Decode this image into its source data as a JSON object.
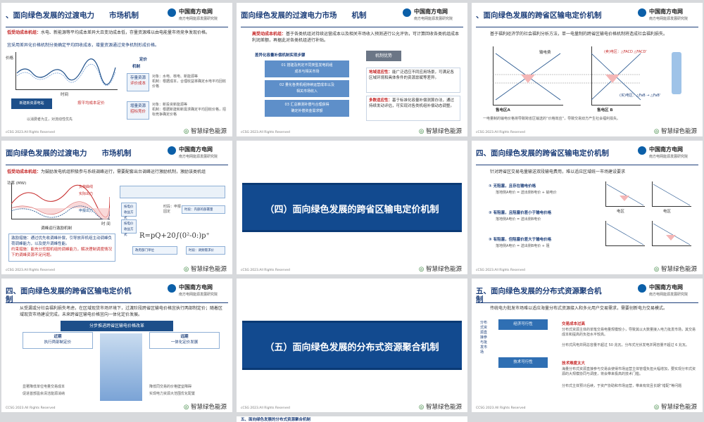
{
  "slides": [
    {
      "title": "、面向绿色发展的过渡电力　　市场机制",
      "lead_red": "低受动成本机组：",
      "lead_text": "水电、新能源等平均成本差异大且变动成本低，存量资源难以由电能量市场竞争发现价格。",
      "sub_text": "宜采用差异化价格机制分类确定平均回收成本，增量资源通过竞争机制形成价格。",
      "chart_y": "价格",
      "chart_x": "时间",
      "pricing_label": "定价",
      "mechanism_label": "机制",
      "item1_title": "存量资源",
      "item1_sub": "评价成本",
      "item1_text": "对象：水电、核电、新能源等\n机制：根据成本，合理收益率确定水电平均回收价格",
      "item2_title": "增量资源",
      "item2_sub": "招标竞价",
      "item2_text": "对象：新投资新能源等\n机制：根据新建和新需求确定平均回收价格，招标竞争确定价格",
      "bottom_left": "新建新资源电站",
      "bottom_right": "按平均成本定价",
      "bottom_caption": "以消费者为主，对流动性优先",
      "footer": "cCSG 2023.All Rights Reserved",
      "brand": "智慧绿色能源"
    },
    {
      "title": "面向绿色发展的过渡电力市场　　机制",
      "lead_red": "高受动成本机组：",
      "lead_text": "基于各类机组对持续运营成本以及相关市场收入预测进行公允评估，可计算回收各类机组成本利润差额，再据此对各类机组进行补贴。",
      "flow_title": "差异化容量补偿机制实现步骤",
      "step1": "01 搭建及判定不同类型发电机组\n成本与相关市场",
      "step2": "02 量化各类机组持续运营成本以及\n相关市场收入",
      "step3": "03 汇总推测补偿与合理获得\n确定补偿资金需求额",
      "adv_title": "机制优势",
      "adv1_title": "地域适应性：",
      "adv1_text": "能广泛适应不同应用场景，可满足各区域环境和具体条件的资源禀赋等差异。",
      "adv2_title": "多数适应性：",
      "adv2_text": "基于标准化容量补偿测算办法，通过持续发动评估，可实现对各类机组补偿动态调整。",
      "footer": "cCSG 2023.All Rights Reserved",
      "brand": "智慧绿色能源"
    },
    {
      "title": "、面向绿色发展的跨省区输电定价机制",
      "intro": "基于福利经济学的社会福利分析方法，单一电量制的跨省区输电价格机制将造成社会福利损失。",
      "label_send": "输电费",
      "label_region_a": "售电区A",
      "label_region_b": "售电区 B",
      "label_fac": "(卖)电区：△FACD △FACD'",
      "label_loss": "(买)电区：△FaB → △FaB'",
      "note": "一电量制的输电价格将导致跨省区输送的“价格效应”，导致交易双方产生社会福利损失。",
      "footer": "cCSG 2023.All Rights Reserved",
      "brand": "智慧绿色能源"
    },
    {
      "title": "面向绿色发展的过渡电力　　市场机制",
      "lead_red": "低受动成本机组：",
      "lead_text": "为鼓励发电机组积极参与系统调峰运行，需要配套出台调峰运行激励机制，激励该类机组",
      "chart_y": "功率 (MW)",
      "chart_x": "时 间",
      "chart_caption": "调峰运行激励机制",
      "legend1": "负荷曲线",
      "legend2": "实际出力",
      "legend3": "申报出力",
      "note1": "激励措施：通过优先收调峰补偿，引导放弃机组主动调峰负荷调峰能力，以及提升调峰性能。",
      "note2": "约束措施：能充分挖掘机组的调峰能力，解决理制调度情况下的调峰资源不足问题。",
      "formula": "R=pQ+20∫(0²-0:)p⁺",
      "box_a": "按电价收益方式",
      "box_b": "按电价收益方式",
      "box_c": "时段：申报\n固定",
      "box_d": "时段：内部的部署量",
      "box_e": "政府部门单位",
      "box_f": "时段：调频需求价",
      "footer": "cCSG 2023.All Rights Reserved",
      "brand": "智慧绿色能源"
    },
    {
      "banner": "（四）面向绿色发展的跨省区输电定价机制",
      "footer": "cCSG 2023.All Rights Reserved",
      "brand": "智慧绿色能源"
    },
    {
      "title": "四、面向绿色发展的跨省区输电定价机制",
      "intro": "针对跨省区交易电量输送双段输电费用，难以适应区域统一市场建设要求",
      "item1": "① 无阻塞，且存在输电价格",
      "item1_sub": "落地侧A电价 = 送出侧B电价 + 输电价",
      "item2": "② 有阻塞，且阻塞价差小于输电价格",
      "item2_sub": "落地侧A电价 = 送出侧B电价",
      "item3": "③ 有阻塞，但阻塞价差大于输电价格",
      "item3_sub": "落地侧A电价 = 送出侧B电价 + 阻",
      "region_a": "电区",
      "region_b": "电区",
      "footer": "cCSG 2023.All Rights Reserved",
      "brand": "智慧绿色能源"
    },
    {
      "title": "四、面向绿色发展的跨省区输电定价机",
      "title2": "制",
      "intro": "从受漏或分社会福利损失考虑，在区域现货市场环境下，过渡阶段跨省区输电价格宜执行两部制定价；随着区域现货市场建设完成，未来跨省区输电价格宜向一体化定价发展。",
      "roadmap": "分步推进跨省区输电价格改革",
      "near_title": "近期",
      "near_sub": "执行两部制定价",
      "far_title": "远期",
      "far_sub": "一体化定价发展",
      "near_bullets": [
        "显著降低单位电量交易成本",
        "促进首部盈余清洁能源消纳"
      ],
      "far_bullets": [
        "降低同交易的价格壁垒障碍",
        "实现电力资源大范围优化配置"
      ],
      "footer": "CCSG 2023.All Rights Reserved",
      "brand": "智慧绿色能源"
    },
    {
      "banner": "（五）面向绿色发展的分布式资源聚合机制",
      "footer": "cCSG 2023.All Rights Reserved",
      "brand": "智慧绿色能源"
    },
    {
      "title": "五、面向绿色发展的分布式资源聚合机",
      "title2": "制",
      "intro": "传统电力批发市场难以适应海量分布式资源接入和多元用户交易需求，需要创新电力交易模式。",
      "side_label": "分布式资源直接参与批发市场",
      "card1_title": "经济可行性",
      "card1_head": "交易成本过高",
      "card1_text": "分布式资源主体的单笔交易电量规模较小，导致其以大数量接入电力批发市场，其交易成本和提高的负担水平较高。",
      "card1_note": "分布式风电并网总容量不超过 50 兆瓦，分布式光伏发电并网容量不超过 6 兆瓦。",
      "card2_title": "技术可行性",
      "card2_head": "技术难度太大",
      "card2_text": "海量分布式资源直接参与交易会使得市场运营主体管理负担大幅增加，要实现分布式资源的大规模协同与调度，将会带来极高的技术门槛。",
      "card2_note": "分布式主体预计后续，于资产协助和市场运营，带来有效且长期“错配”等问题",
      "footer": "CCSG 2023.All Rights Reserved",
      "brand": "智慧绿色能源"
    }
  ],
  "logo": {
    "name": "中国南方电网",
    "sub": "南方电网能源发展研究院"
  },
  "bottom_strip": [
    "五、面向绿色发展的分布式资源聚合机制"
  ],
  "colors": {
    "navy": "#1d3f7a",
    "banner": "#124a8f",
    "red": "#c62828",
    "green": "#2e7d32"
  }
}
